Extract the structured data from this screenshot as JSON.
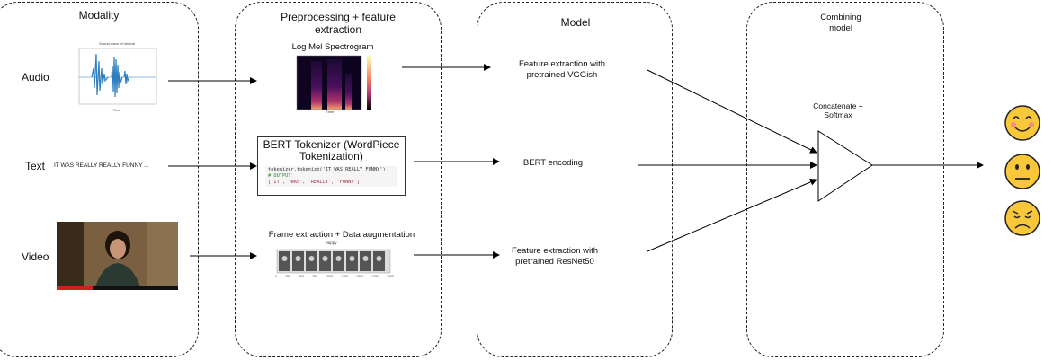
{
  "columns": {
    "modality": "Modality",
    "preprocessing": "Preprocessing + feature extraction",
    "model": "Model",
    "combining": "Combining model"
  },
  "modalities": {
    "audio": "Audio",
    "text": "Text",
    "text_sample": "IT WAS REALLY REALLY FUNNY ...",
    "video": "Video"
  },
  "audio_thumbnail": {
    "title": "Sound wave of neutral",
    "xlabel": "Time"
  },
  "preprocessing": {
    "spectrogram_title": "Log Mel Spectrogram",
    "spectrogram_xlabel": "Time",
    "bert_title": "BERT Tokenizer (WordPiece Tokenization)",
    "code_line1": "tokenizer.tokenize('IT WAS REALLY FUNNY')",
    "code_line2": "# OUTPUT",
    "code_line3": "['IT', 'WAS', 'REALLY', 'FUNNY']",
    "frame_title": "Frame extraction + Data augmentation",
    "frame_label": "Happy",
    "frame_ticks": [
      "0",
      "250",
      "500",
      "750",
      "1000",
      "1250",
      "1500",
      "1750",
      "2000"
    ]
  },
  "models": {
    "audio": "Feature extraction with pretrained VGGish",
    "text": "BERT encoding",
    "video": "Feature extraction with pretrained ResNet50"
  },
  "combining": {
    "label": "Concatenate + Softmax"
  },
  "outputs": [
    "happy-face",
    "neutral-face",
    "sad-face"
  ],
  "colors": {
    "waveform": "#2f7fc0",
    "happy": "#f8c73a",
    "code_green": "#2c8a2c",
    "code_red": "#a8324a"
  }
}
